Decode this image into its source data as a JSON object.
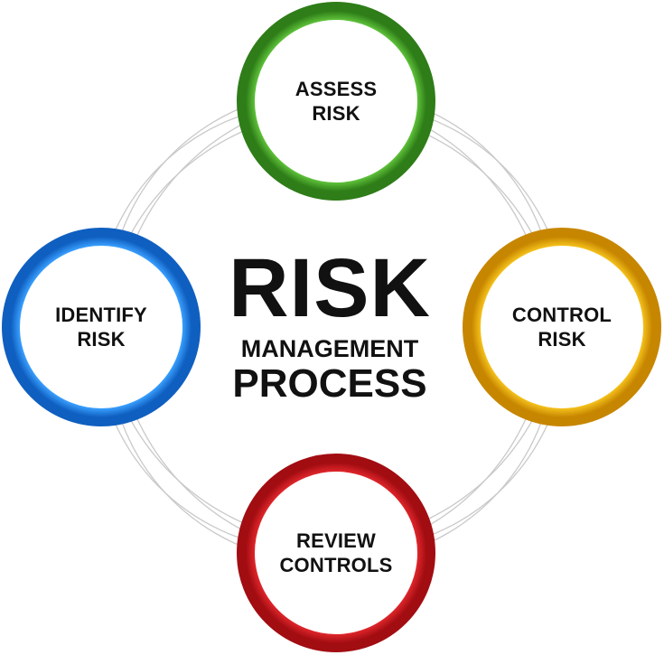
{
  "center": {
    "line1": "RISK",
    "line2": "MANAGEMENT",
    "line3": "PROCESS"
  },
  "nodes": [
    {
      "id": "assess",
      "line1": "ASSESS",
      "line2": "RISK",
      "color": "#3fa82a"
    },
    {
      "id": "control",
      "line1": "CONTROL",
      "line2": "RISK",
      "color": "#e3a710"
    },
    {
      "id": "review",
      "line1": "REVIEW",
      "line2": "CONTROLS",
      "color": "#c8161d"
    },
    {
      "id": "identify",
      "line1": "IDENTIFY",
      "line2": "RISK",
      "color": "#1e88e5"
    }
  ],
  "connector_color": "#c9c9c9"
}
